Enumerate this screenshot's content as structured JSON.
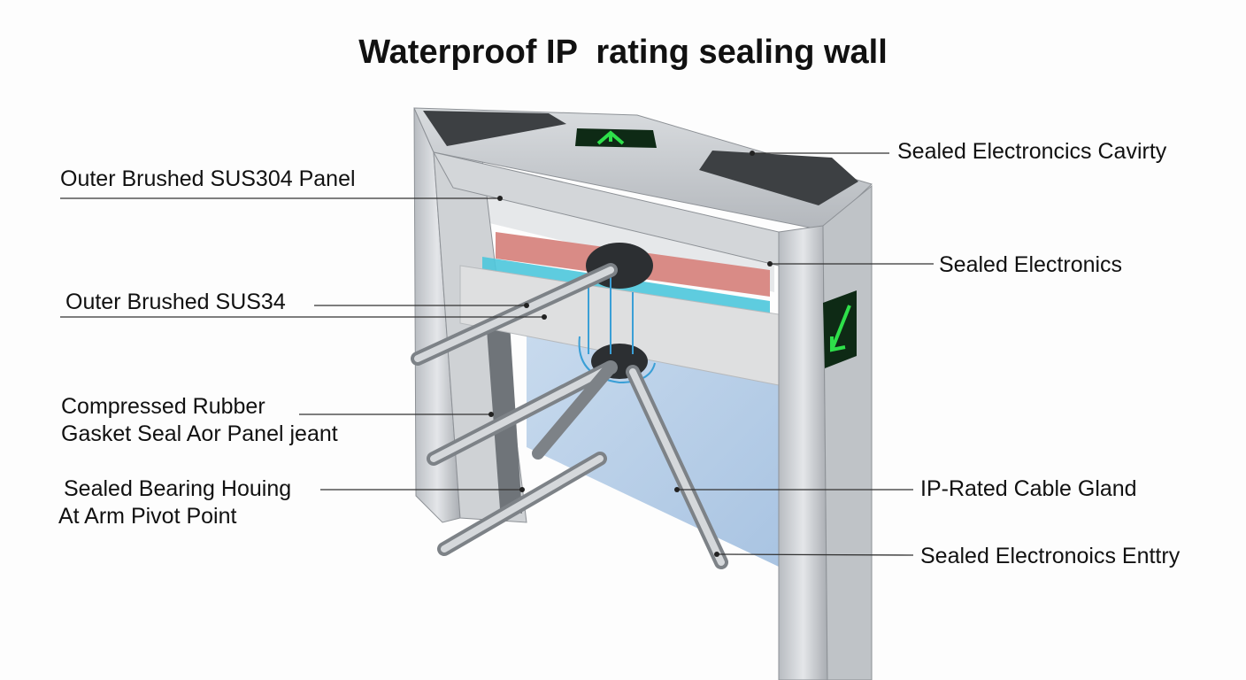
{
  "title": "Waterproof IP  rating sealing wall",
  "labels_left": [
    {
      "lines": [
        "Outer Brushed SUS304 Panel"
      ]
    },
    {
      "lines": [
        "Outer Brushed SUS34"
      ]
    },
    {
      "lines": [
        "Compressed Rubber",
        "Gasket Seal Aor Panel jeant"
      ]
    },
    {
      "lines": [
        "Sealed Bearing Houing",
        "At Arm Pivot Point"
      ]
    }
  ],
  "labels_right": [
    {
      "lines": [
        "Sealed Electroncics Cavirty"
      ]
    },
    {
      "lines": [
        "Sealed Electronics"
      ]
    },
    {
      "lines": [
        "IP-Rated Cable Gland"
      ]
    },
    {
      "lines": [
        "Sealed Electronoics Enttry"
      ]
    }
  ],
  "colors": {
    "steel": "#c9ccd0",
    "steel_dark": "#9a9ea3",
    "indicator_green": "#2ee04a",
    "gasket_red": "#d98b86",
    "gasket_cyan": "#4cc6dc",
    "panel_blue": "#bcd3ea"
  }
}
